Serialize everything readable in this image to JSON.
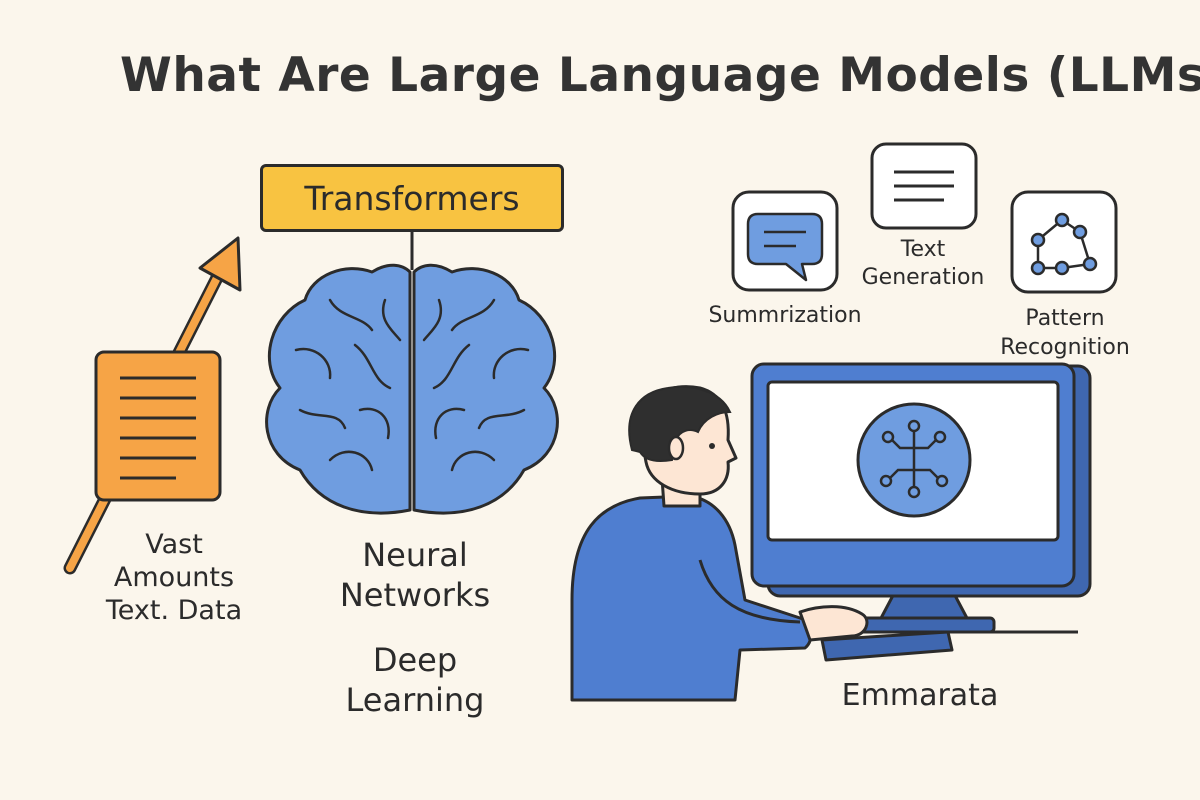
{
  "title": "What Are Large Language Models (LLMs?",
  "transformers_label": "Transformers",
  "labels": {
    "data_line1": "Vast",
    "data_line2": "Amounts",
    "data_line3": "Text. Data",
    "neural_line1": "Neural",
    "neural_line2": "Networks",
    "deep_line1": "Deep",
    "deep_line2": "Learning",
    "summarization": "Summrization",
    "textgen_line1": "Text",
    "textgen_line2": "Generation",
    "pattern_line1": "Pattern",
    "pattern_line2": "Recognition",
    "user_name": "Emmarata"
  },
  "icons": {
    "document": "document-icon",
    "arrow": "growth-arrow-icon",
    "brain": "brain-icon",
    "chat": "chat-bubble-icon",
    "text_lines": "text-lines-icon",
    "network": "network-nodes-icon",
    "computer": "computer-monitor-icon",
    "person": "person-icon"
  },
  "colors": {
    "background": "#fbf6ec",
    "orange": "#f6a446",
    "yellow": "#f8c341",
    "blue": "#6f9de0",
    "dark_blue": "#3f67b0",
    "outline": "#2b2b2b"
  }
}
